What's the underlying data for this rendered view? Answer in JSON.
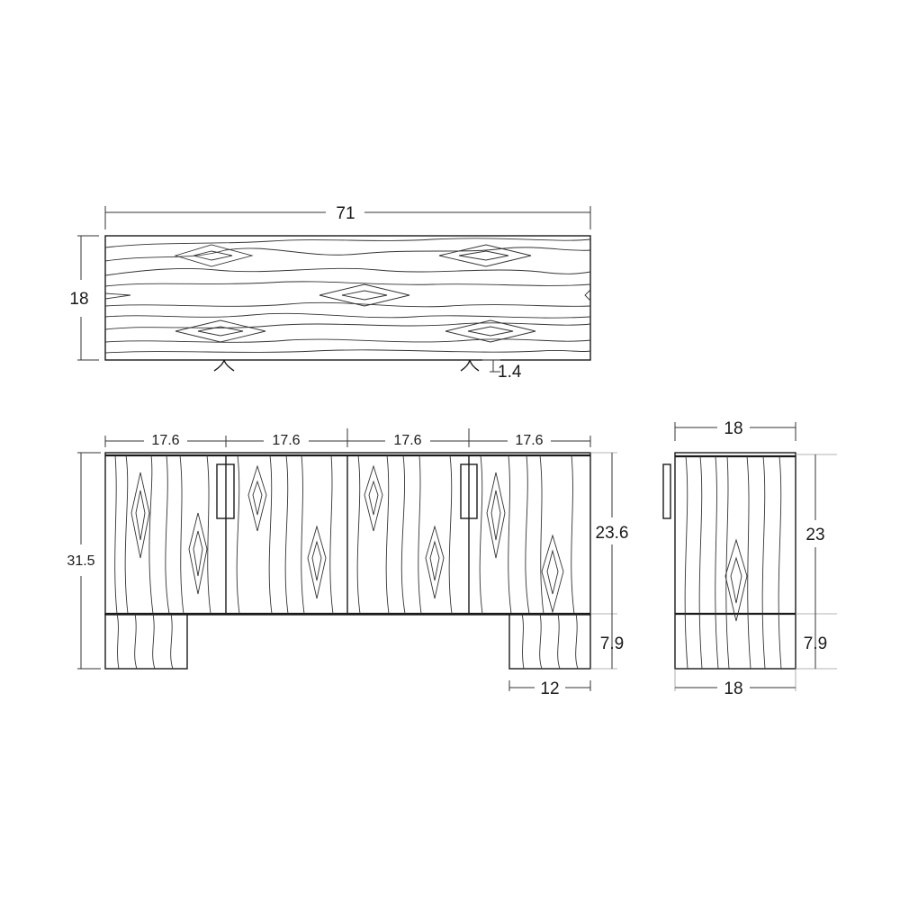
{
  "top_view": {
    "width_label": "71",
    "depth_label": "18",
    "foot_offset_label": "1.4"
  },
  "front_view": {
    "door_labels": [
      "17.6",
      "17.6",
      "17.6",
      "17.6"
    ],
    "total_height_label": "31.5",
    "cabinet_height_label": "23.6",
    "base_height_label": "7.9",
    "leg_width_label": "12"
  },
  "side_view": {
    "top_depth_label": "18",
    "cabinet_height_label": "23",
    "base_height_label": "7.9",
    "bottom_depth_label": "18"
  },
  "colors": {
    "line": "#1a1a1a",
    "extension": "#9a9a9a",
    "background": "#ffffff"
  }
}
